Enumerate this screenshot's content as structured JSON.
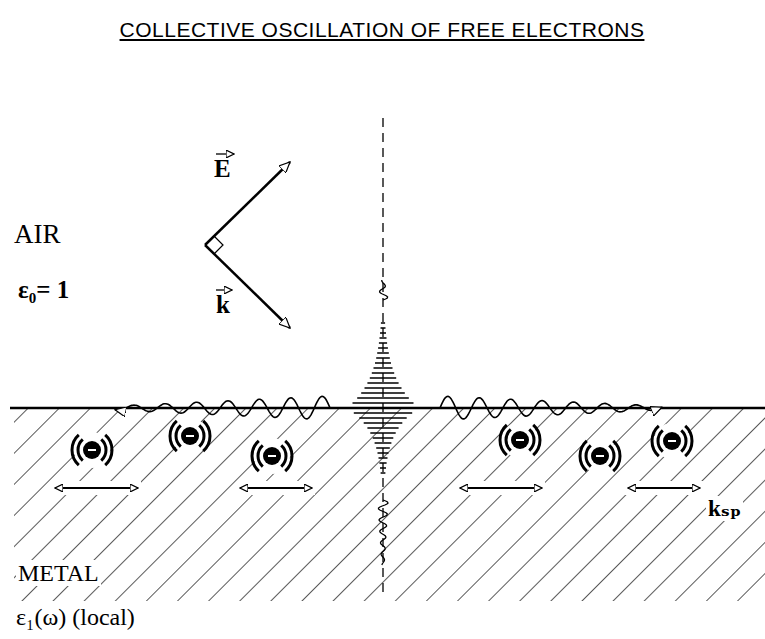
{
  "diagram": {
    "title": "COLLECTIVE OSCILLATION OF FREE ELECTRONS",
    "labels": [
      "E",
      "k",
      "AIR",
      "ε₀= 1",
      "METAL",
      "kₛₚ",
      "ε₁(ω) (local)"
    ]
  }
}
